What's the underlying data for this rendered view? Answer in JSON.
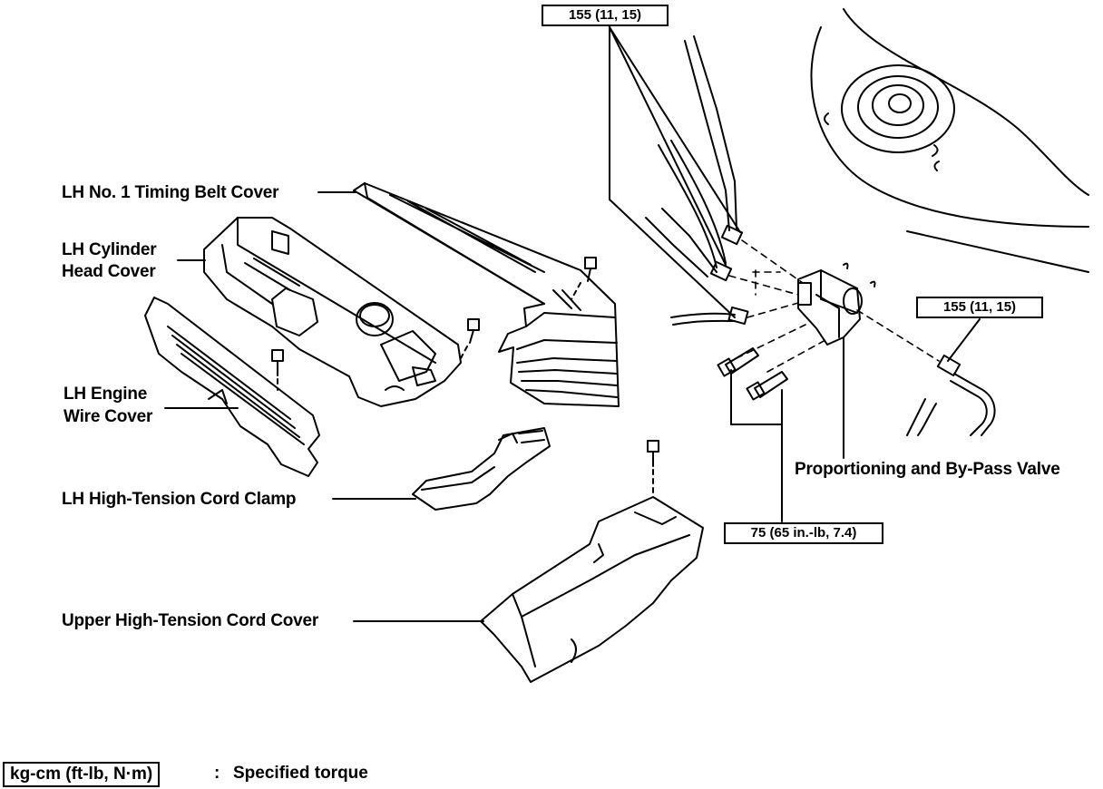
{
  "labels": {
    "timing_belt_cover": "LH No. 1 Timing Belt Cover",
    "cylinder_head_cover_line1": "LH Cylinder",
    "cylinder_head_cover_line2": "Head Cover",
    "engine_wire_cover_line1": "LH Engine",
    "engine_wire_cover_line2": "Wire Cover",
    "cord_clamp": "LH High-Tension Cord Clamp",
    "upper_cord_cover": "Upper High-Tension Cord Cover",
    "valve": "Proportioning and By-Pass Valve"
  },
  "torque": {
    "top": "155 (11, 15)",
    "right": "155 (11, 15)",
    "bolts": "75 (65 in.-lb, 7.4)"
  },
  "legend": {
    "units": "kg-cm (ft-lb, N·m)",
    "separator": ":",
    "description": "Specified torque"
  },
  "colors": {
    "ink": "#000000",
    "paper": "#ffffff"
  }
}
